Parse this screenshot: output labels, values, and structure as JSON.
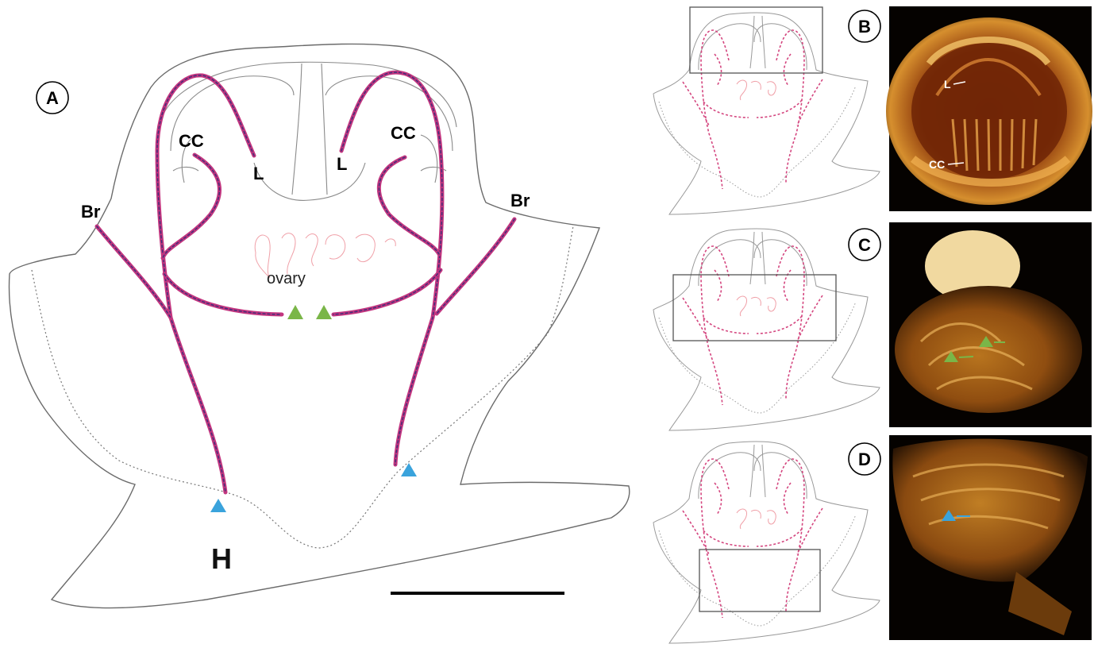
{
  "panel_a": {
    "letter": "A",
    "label_cc_left": "CC",
    "label_cc_right": "CC",
    "label_l_left": "L",
    "label_l_right": "L",
    "label_br_left": "Br",
    "label_br_right": "Br",
    "label_ovary": "ovary",
    "label_h": "H"
  },
  "panel_b": {
    "letter": "B",
    "label_l": "L",
    "label_cc": "CC"
  },
  "panel_c": {
    "letter": "C"
  },
  "panel_d": {
    "letter": "D"
  },
  "colors": {
    "canal": "#c2357f",
    "green_marker": "#7ab648",
    "blue_marker": "#3aa3dc",
    "ovary": "#f0a0a8"
  }
}
